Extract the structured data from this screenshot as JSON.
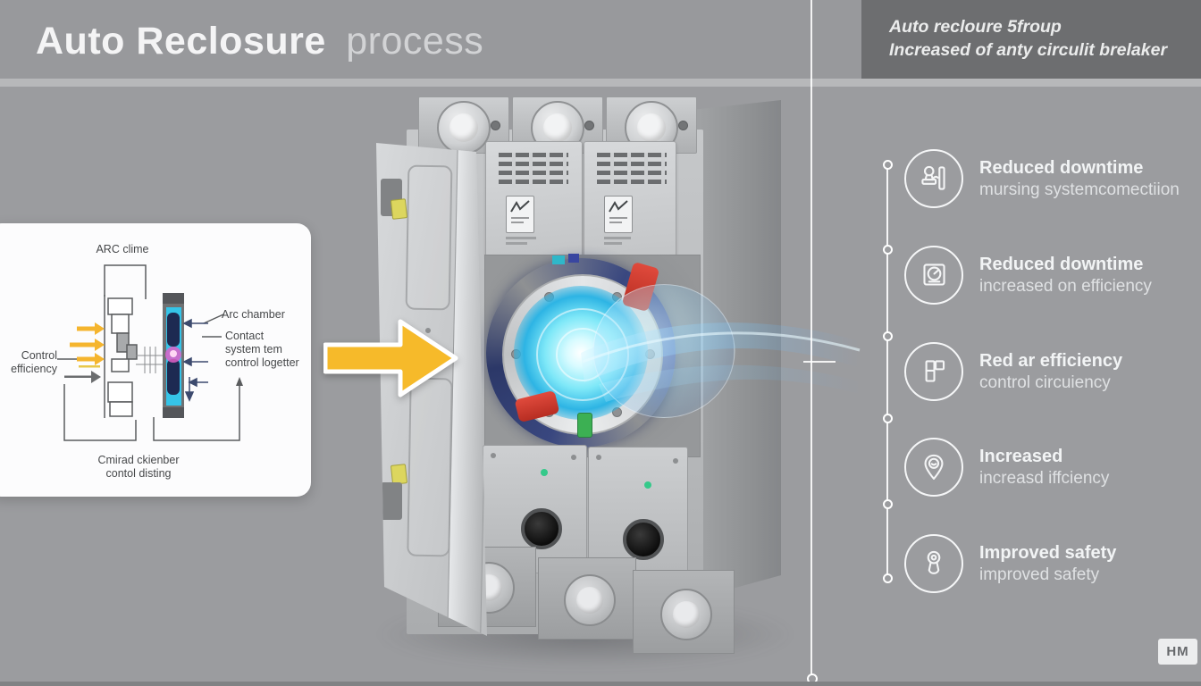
{
  "header": {
    "title_bold": "Auto Reclosure",
    "title_light": "process",
    "tagline_line1": "Auto recloure 5froup",
    "tagline_line2": "Increased of anty circulit brelaker"
  },
  "diagram_card": {
    "top_label": "ARC clime",
    "arc_chamber_label": "Arc chamber",
    "contact_label_line1": "Contact",
    "contact_label_line2": "system tem",
    "contact_label_line3": "control logetter",
    "left_label_line1": "Control",
    "left_label_line2": "efficiency",
    "bottom_label_line1": "Cmirad ckienber",
    "bottom_label_line2": "contol disting"
  },
  "features": [
    {
      "icon": "stamp-icon",
      "title": "Reduced downtime",
      "subtitle": "mursing systemcomectiion"
    },
    {
      "icon": "gauge-icon",
      "title": "Reduced downtime",
      "subtitle": "increased on efficiency"
    },
    {
      "icon": "blocks-icon",
      "title": "Red ar efficiency",
      "subtitle": "control circuiency"
    },
    {
      "icon": "pin-icon",
      "title": "Increased",
      "subtitle": "increasd iffciency"
    },
    {
      "icon": "keyhole-icon",
      "title": "Improved safety",
      "subtitle": "improved safety"
    }
  ],
  "logo_badge": "HM",
  "colors": {
    "background": "#9B9C9F",
    "header_dark_panel": "#6D6E70",
    "accent_yellow": "#F6BA2A",
    "glow_cyan": "#2DB4E4",
    "diagram_cyan": "#35C4E8",
    "diagram_magenta": "#E060C8",
    "card_white": "#FCFCFD",
    "alert_red": "#D63A30",
    "ok_green": "#3CB053"
  }
}
